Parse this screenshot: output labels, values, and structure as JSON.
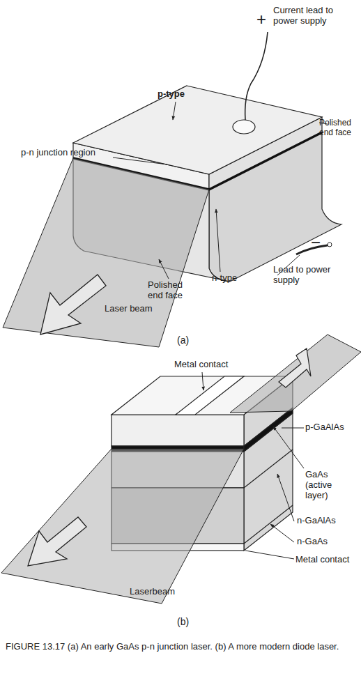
{
  "diagram": {
    "caption": "FIGURE 13.17 (a) An early GaAs p-n junction laser. (b) A more modern diode laser.",
    "labels": [
      "+",
      "Current lead to power supply",
      "p-type",
      "Polished end face",
      "p-n junction region",
      "−",
      "Lead to power supply",
      "Polished end face",
      "n-type",
      "Laser beam",
      "(a)",
      "Metal contact",
      "p-GaAlAs",
      "GaAs (active layer)",
      "n-GaAlAs",
      "n-GaAs",
      "Metal contact",
      "Laserbeam",
      "(b)"
    ]
  }
}
